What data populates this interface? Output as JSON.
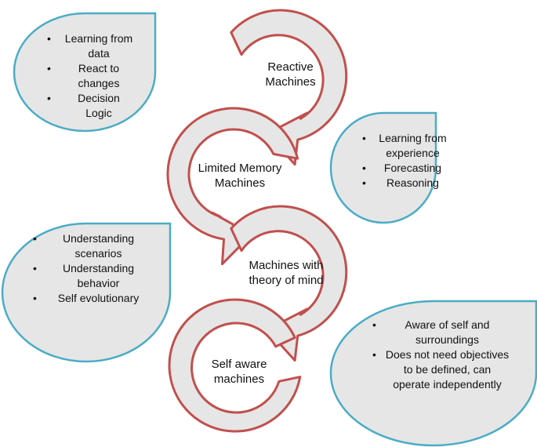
{
  "stages": [
    {
      "id": "reactive",
      "label": "Reactive\nMachines"
    },
    {
      "id": "limited-memory",
      "label": "Limited Memory\nMachines"
    },
    {
      "id": "theory-of-mind",
      "label": "Machines with\ntheory of mind"
    },
    {
      "id": "self-aware",
      "label": "Self aware\nmachines"
    }
  ],
  "bubbles": [
    {
      "id": "reactive-traits",
      "items": [
        "Learning from data",
        "React to changes",
        "Decision Logic"
      ]
    },
    {
      "id": "limited-memory-traits",
      "items": [
        "Learning from experience",
        "Forecasting",
        "Reasoning"
      ]
    },
    {
      "id": "theory-of-mind-traits",
      "items": [
        "Understanding scenarios",
        "Understanding behavior",
        "Self evolutionary"
      ]
    },
    {
      "id": "self-aware-traits",
      "items": [
        "Aware of self and surroundings",
        "Does not need objectives to be defined, can operate independently"
      ]
    }
  ],
  "colors": {
    "arrow_fill": "#e6e6e6",
    "arrow_stroke": "#c0504d",
    "bubble_fill": "#e6e6e6",
    "bubble_stroke": "#4bacc6"
  }
}
